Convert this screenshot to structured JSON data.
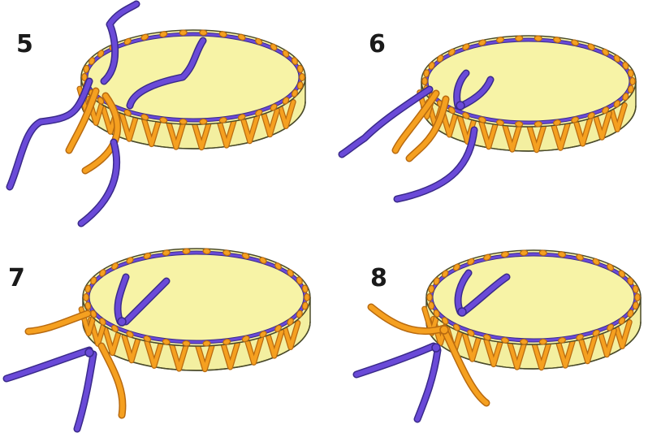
{
  "colors": {
    "drum_face": "#f7f3a6",
    "drum_side": "#f3efa0",
    "outline": "#4a4a2a",
    "lace": "#f5a020",
    "lace_edge": "#b86a10",
    "cord": "#6a4ad8",
    "cord_edge": "#3a2a8a",
    "label": "#1a1a1a"
  },
  "steps": [
    {
      "label": "5",
      "stage": 5
    },
    {
      "label": "6",
      "stage": 6
    },
    {
      "label": "7",
      "stage": 7
    },
    {
      "label": "8",
      "stage": 8
    }
  ]
}
